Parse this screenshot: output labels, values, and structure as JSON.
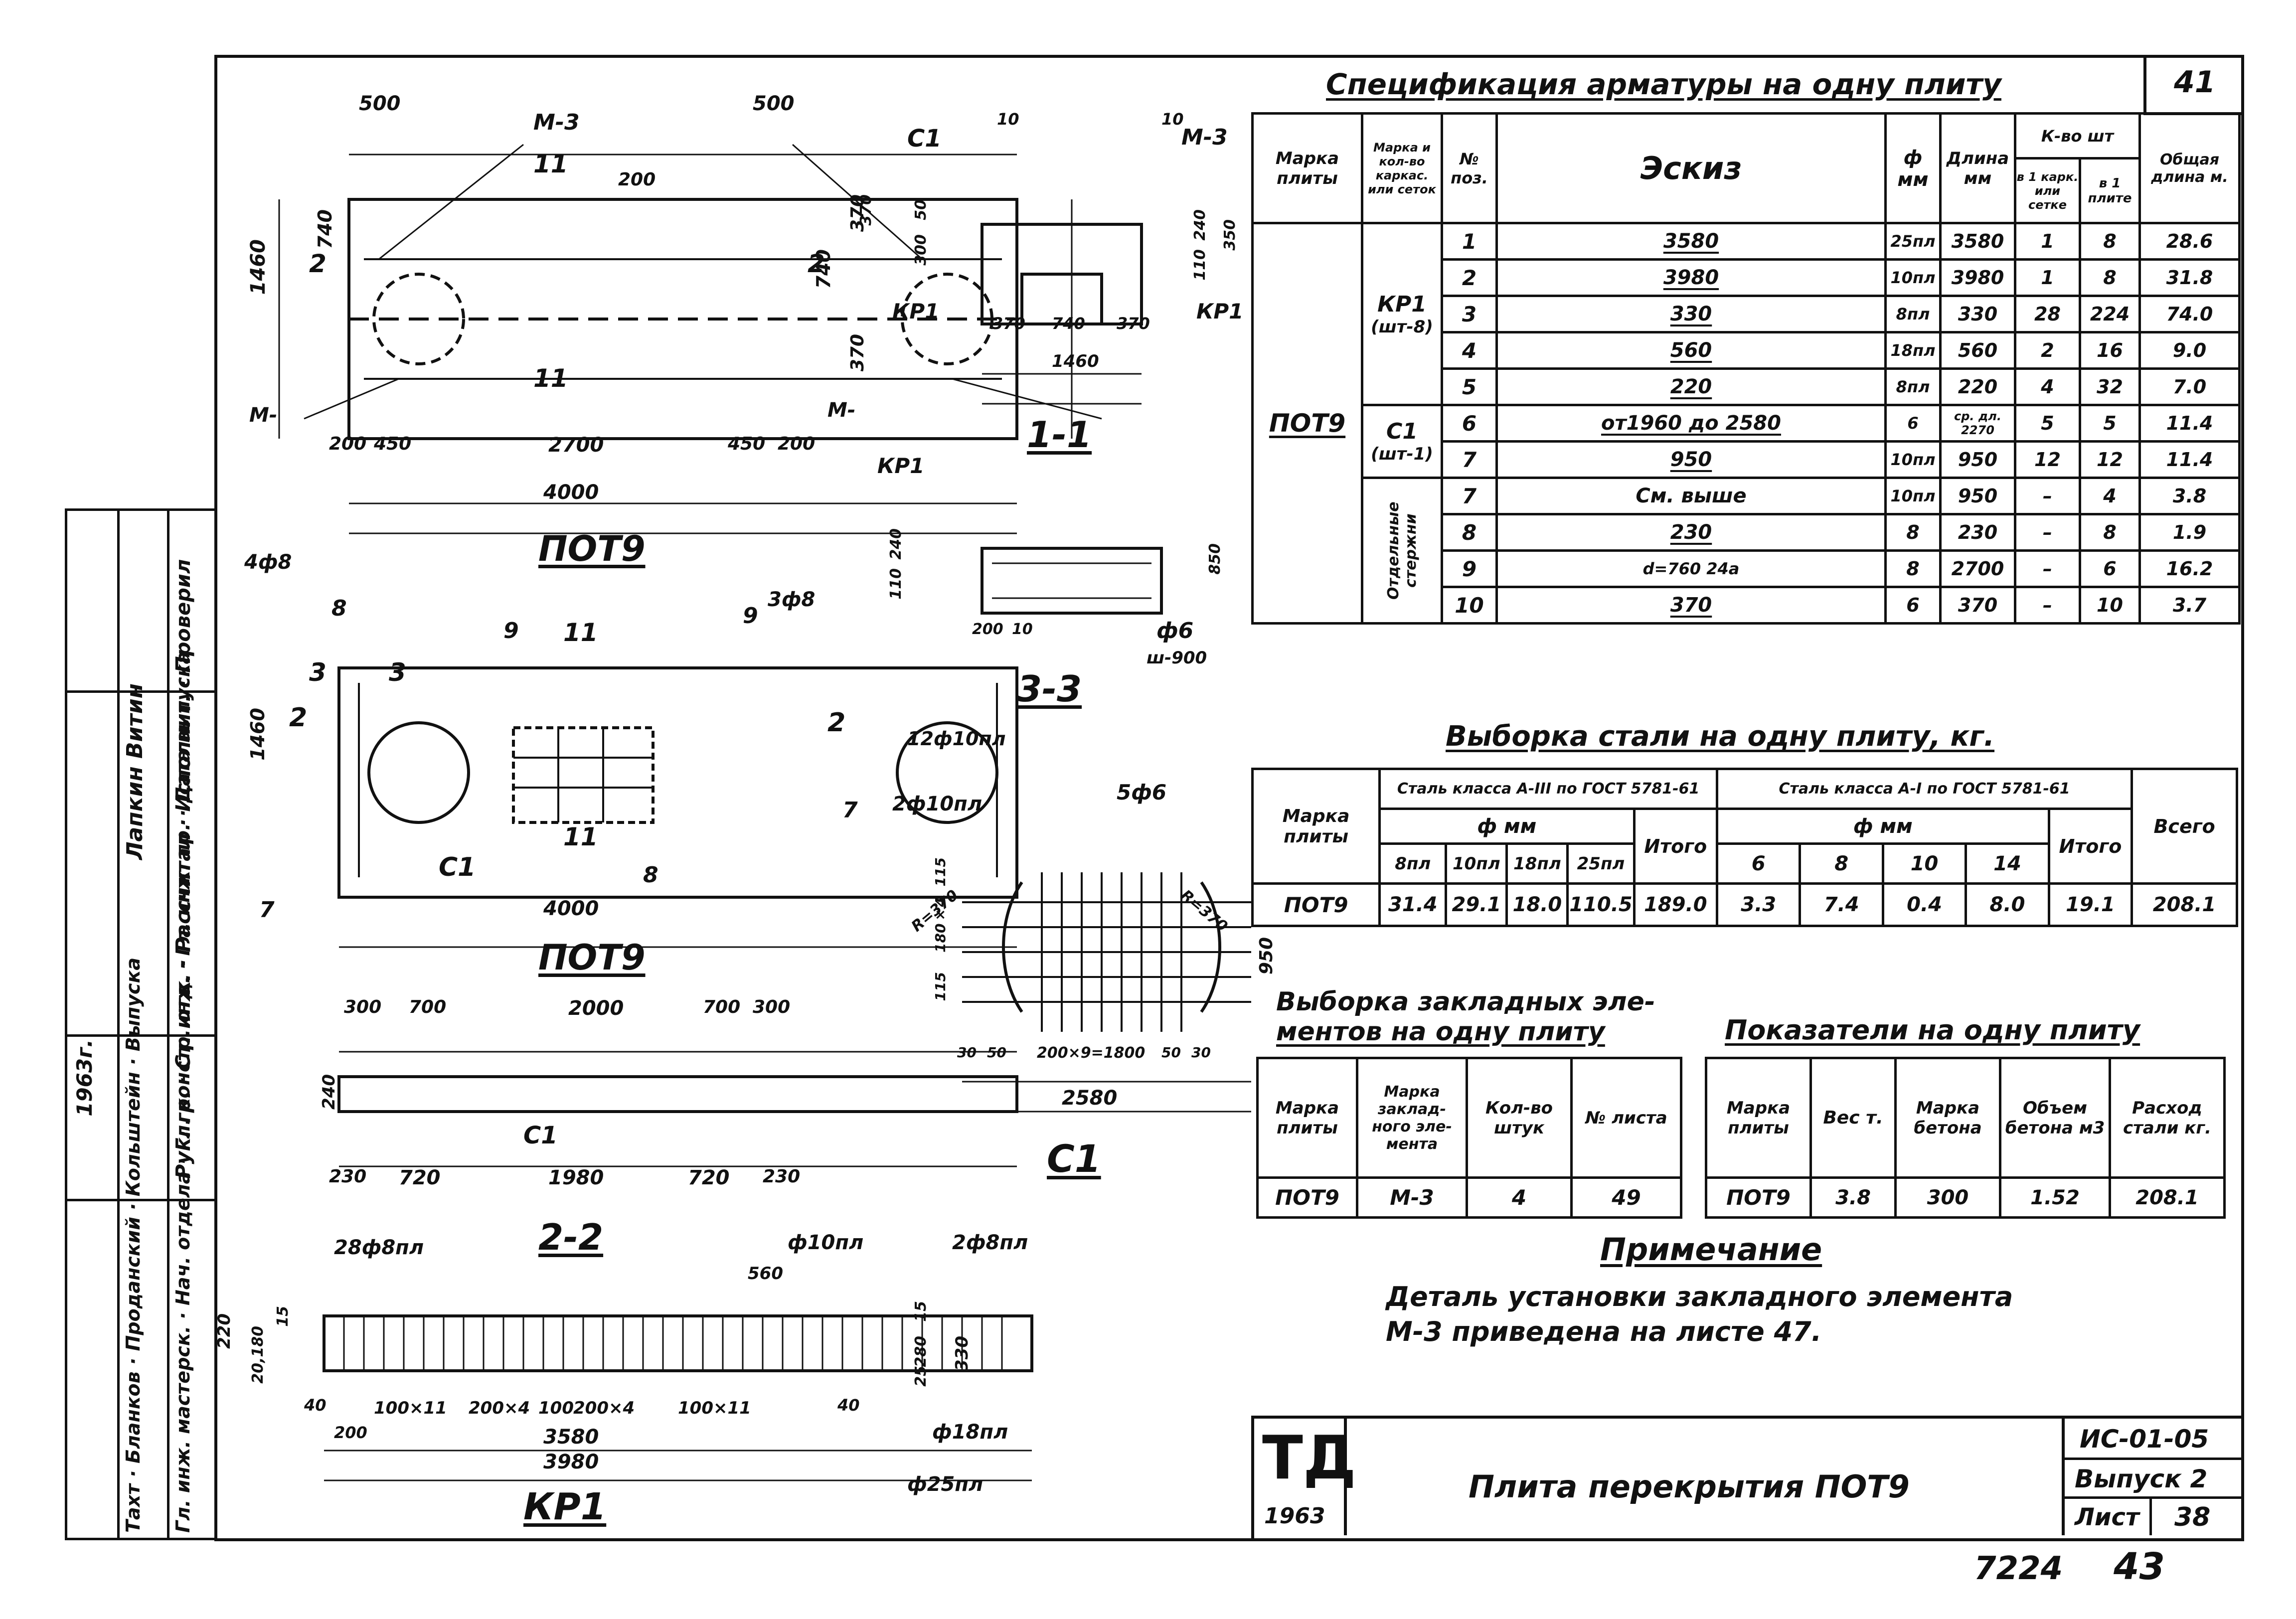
{
  "sheet_corner_number": "41",
  "spec": {
    "title": "Спецификация арматуры на одну плиту",
    "headers": {
      "marka": "Марка плиты",
      "marka_karkas": "Марка и кол-во каркас. или сеток",
      "pos": "№ поз.",
      "sketch": "Эскиз",
      "phi": "ф мм",
      "length": "Длина мм",
      "count": "К-во шт",
      "count_karkas": "в 1 карк. или сетке",
      "count_plate": "в 1 плите",
      "total": "Общая длина м."
    },
    "plate_mark": "ПОТ9",
    "group_kp1": "КР1",
    "group_kp1_qty": "(шт-8)",
    "group_c1": "С1",
    "group_c1_qty": "(шт-1)",
    "group_separate": "Отдельные стержни",
    "rows": [
      {
        "pos": "1",
        "sketch": "3580",
        "phi": "25пл",
        "len": "3580",
        "nk": "1",
        "np": "8",
        "total": "28.6"
      },
      {
        "pos": "2",
        "sketch": "3980",
        "phi": "10пл",
        "len": "3980",
        "nk": "1",
        "np": "8",
        "total": "31.8"
      },
      {
        "pos": "3",
        "sketch": "330",
        "phi": "8пл",
        "len": "330",
        "nk": "28",
        "np": "224",
        "total": "74.0"
      },
      {
        "pos": "4",
        "sketch": "560",
        "phi": "18пл",
        "len": "560",
        "nk": "2",
        "np": "16",
        "total": "9.0"
      },
      {
        "pos": "5",
        "sketch": "220",
        "phi": "8пл",
        "len": "220",
        "nk": "4",
        "np": "32",
        "total": "7.0"
      },
      {
        "pos": "6",
        "sketch": "от1960 до 2580",
        "phi": "6",
        "len": "ср. дл. 2270",
        "nk": "5",
        "np": "5",
        "total": "11.4"
      },
      {
        "pos": "7",
        "sketch": "950",
        "phi": "10пл",
        "len": "950",
        "nk": "12",
        "np": "12",
        "total": "11.4"
      },
      {
        "pos": "7",
        "sketch": "См. выше",
        "phi": "10пл",
        "len": "950",
        "nk": "–",
        "np": "4",
        "total": "3.8"
      },
      {
        "pos": "8",
        "sketch": "230",
        "phi": "8",
        "len": "230",
        "nk": "–",
        "np": "8",
        "total": "1.9"
      },
      {
        "pos": "9",
        "sketch": "d=760 24а",
        "phi": "8",
        "len": "2700",
        "nk": "–",
        "np": "6",
        "total": "16.2"
      },
      {
        "pos": "10",
        "sketch": "370",
        "phi": "6",
        "len": "370",
        "nk": "–",
        "np": "10",
        "total": "3.7"
      }
    ]
  },
  "steel": {
    "title": "Выборка стали на одну плиту, кг.",
    "marka": "Марка плиты",
    "class3": "Сталь класса А-III по ГОСТ 5781-61",
    "class1": "Сталь класса А-I по ГОСТ 5781-61",
    "phi_mm": "ф мм",
    "cols3": [
      "8пл",
      "10пл",
      "18пл",
      "25пл"
    ],
    "cols1": [
      "6",
      "8",
      "10",
      "14"
    ],
    "itogo": "Итого",
    "vsego": "Всего",
    "row": {
      "mark": "ПОТ9",
      "v3": [
        "31.4",
        "29.1",
        "18.0",
        "110.5"
      ],
      "it3": "189.0",
      "v1": [
        "3.3",
        "7.4",
        "0.4",
        "8.0"
      ],
      "it1": "19.1",
      "all": "208.1"
    }
  },
  "embedded": {
    "title1": "Выборка закладных эле-",
    "title2": "ментов на одну плиту",
    "h_mark": "Марка плиты",
    "h_el": "Марка заклад- ного эле- мента",
    "h_qty": "Кол-во штук",
    "h_sheet": "№ листа",
    "row": {
      "mark": "ПОТ9",
      "el": "М-3",
      "qty": "4",
      "sheet": "49"
    }
  },
  "indicators": {
    "title": "Показатели на одну плиту",
    "h_mark": "Марка плиты",
    "h_weight": "Вес т.",
    "h_concrete": "Марка бетона",
    "h_volume": "Объем бетона м3",
    "h_steel": "Расход стали кг.",
    "row": {
      "mark": "ПОТ9",
      "weight": "3.8",
      "concrete": "300",
      "volume": "1.52",
      "steel": "208.1"
    }
  },
  "note": {
    "title": "Примечание",
    "line1": "Деталь установки закладного элемента",
    "line2": "М-3 приведена на листе 47."
  },
  "title_block": {
    "logo": "ТД",
    "year": "1963",
    "name": "Плита перекрытия ПОТ9",
    "series": "ИС-01-05",
    "issue": "Выпуск 2",
    "sheet_label": "Лист",
    "sheet_no": "38"
  },
  "stamp": {
    "roles": [
      "Рук. гр.",
      "Ст. инж.",
      "Рассчитал",
      "Исполнит.",
      "Проверил"
    ],
    "names": [
      "Лапкин",
      "Витин"
    ],
    "date": "1963г.",
    "roles2": [
      "Гл. инж. мастерск.",
      "Нач. отдела",
      "Гл. констр. отд.",
      "Гл. инж. пр.",
      "Дата выпуска"
    ],
    "names2": [
      "Тахт",
      "Бланков",
      "Проданский",
      "Кольштейн",
      "Выпуска"
    ]
  },
  "drawings": {
    "plan_title": "ПОТ9",
    "plan2_title": "ПОТ9",
    "sec11": "1-1",
    "sec33": "3-3",
    "sec22": "2-2",
    "c1_title": "С1",
    "kp1_title": "КР1",
    "plan_dims": [
      "500",
      "М-3",
      "500",
      "200",
      "1460",
      "740",
      "740",
      "370",
      "370",
      "200",
      "450",
      "2700",
      "450",
      "200",
      "4000",
      "М-",
      "М-",
      "11",
      "11",
      "2",
      "2"
    ],
    "plan2_labels": [
      "4ф8",
      "3ф8",
      "8",
      "9",
      "9",
      "1460",
      "2",
      "2",
      "3",
      "3",
      "11",
      "11",
      "С1",
      "7",
      "7",
      "8",
      "4000",
      "2ф10пл"
    ],
    "side_labels": [
      "300",
      "700",
      "2000",
      "700",
      "300",
      "240",
      "230",
      "720",
      "1980",
      "720",
      "230",
      "С1"
    ],
    "kp1_labels": [
      "28ф8пл",
      "2-2",
      "ф10пл",
      "2ф8пл",
      "560",
      "220",
      "20,180",
      "15",
      "15",
      "280",
      "330",
      "25",
      "100×11",
      "200×4",
      "100",
      "200×4",
      "100×11",
      "200",
      "3580",
      "3980",
      "40",
      "40",
      "ф18пл",
      "ф25пл"
    ],
    "sec11_labels": [
      "С1",
      "10",
      "10",
      "М-3",
      "50",
      "300",
      "370",
      "240",
      "110",
      "350",
      "КР1",
      "КР1",
      "370",
      "740",
      "370",
      "1460"
    ],
    "sec33_labels": [
      "КР1",
      "110",
      "240",
      "850",
      "200",
      "10",
      "ф6",
      "ш-900"
    ],
    "c1_labels": [
      "12ф10пл",
      "5ф6",
      "R=370",
      "R=370",
      "115",
      "180×4",
      "115",
      "950",
      "30",
      "50",
      "200×9=1800",
      "50",
      "30",
      "2580"
    ]
  },
  "footer_numbers": {
    "left": "7224",
    "right": "43"
  }
}
